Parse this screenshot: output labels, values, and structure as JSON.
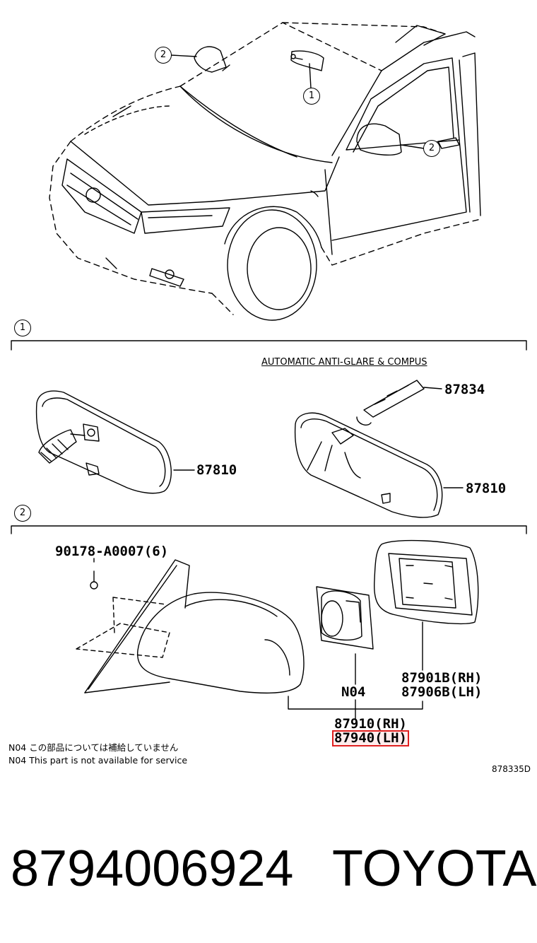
{
  "callouts": {
    "c1_top": "1",
    "c2_left": "2",
    "c2_right": "2",
    "c1_section": "1",
    "c2_section": "2"
  },
  "section1": {
    "heading": "AUTOMATIC ANTI-GLARE & COMPUS",
    "part_87834": "87834",
    "part_87810_left": "87810",
    "part_87810_right": "87810"
  },
  "section2": {
    "bolt": "90178-A0007(6)",
    "mirror_glass_rh": "87901B(RH)",
    "mirror_glass_lh": "87906B(LH)",
    "motor": "N04",
    "assembly_rh": "87910(RH)",
    "assembly_lh": "87940(LH)"
  },
  "notes": {
    "jp": "N04 この部品については補給していません",
    "en": "N04 This part is not available for service"
  },
  "diagram_code": "878335D",
  "footer": {
    "part_number": "8794006924",
    "brand": "TOYOTA"
  }
}
